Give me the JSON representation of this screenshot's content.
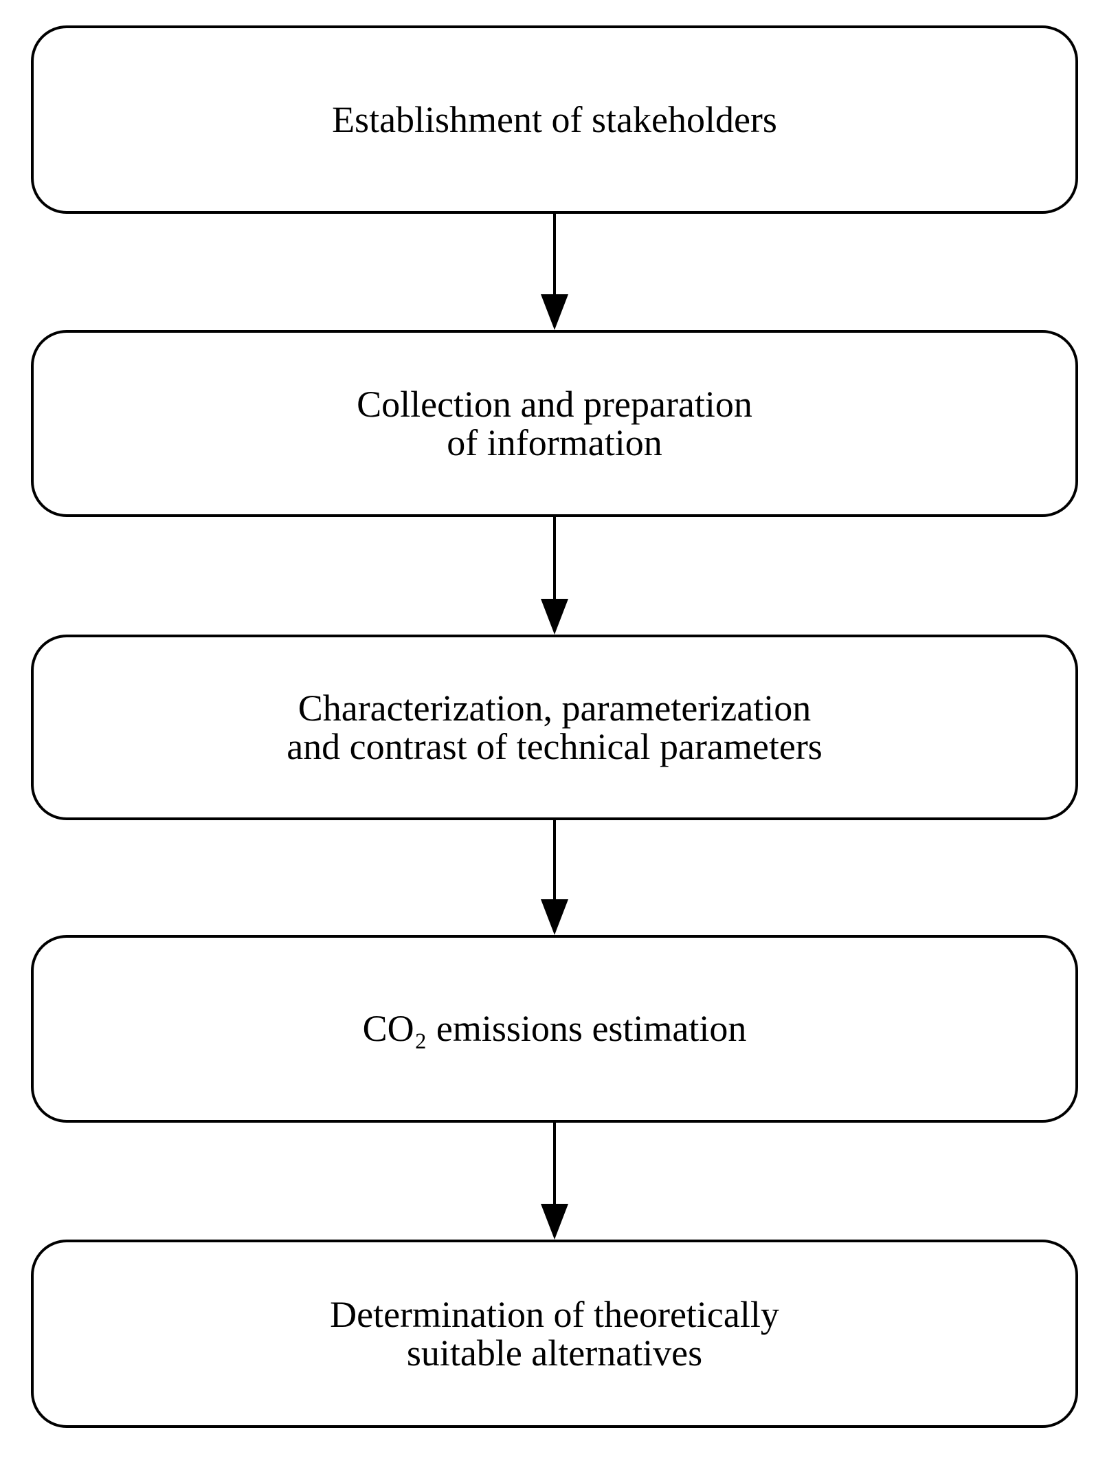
{
  "diagram": {
    "type": "flowchart",
    "direction": "top-down",
    "nodes": [
      {
        "label": "Establishment of stakeholders"
      },
      {
        "label": "Collection and preparation\nof information"
      },
      {
        "label": "Characterization, parameterization\nand contrast of technical parameters"
      },
      {
        "label": "CO₂ emissions estimation"
      },
      {
        "label": "Determination of theoretically\nsuitable alternatives"
      }
    ],
    "edges": [
      {
        "from": "Establishment of stakeholders",
        "to": "Collection and preparation of information"
      },
      {
        "from": "Collection and preparation of information",
        "to": "Characterization, parameterization and contrast of technical parameters"
      },
      {
        "from": "Characterization, parameterization and contrast of technical parameters",
        "to": "CO₂ emissions estimation"
      },
      {
        "from": "CO₂ emissions estimation",
        "to": "Determination of theoretically suitable alternatives"
      }
    ],
    "colors": {
      "background": "#ffffff",
      "node_fill": "#ffffff",
      "node_border": "#000000",
      "text": "#000000",
      "arrow": "#000000"
    }
  }
}
